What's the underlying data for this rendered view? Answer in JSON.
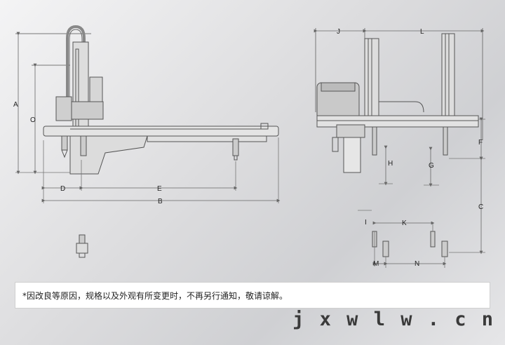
{
  "dimensions": {
    "A": "A",
    "O": "O",
    "D": "D",
    "E": "E",
    "B": "B",
    "J": "J",
    "L": "L",
    "F": "F",
    "H": "H",
    "G": "G",
    "C": "C",
    "I": "I",
    "K": "K",
    "M": "M",
    "N": "N"
  },
  "note": {
    "text": "*因改良等原因，规格以及外观有所变更时，不再另行通知，敬请谅解。"
  },
  "watermark": {
    "text": "j x w l w . c n"
  },
  "colors": {
    "line": "#555555",
    "dim_line": "#666666",
    "note_bg": "#ffffff"
  }
}
